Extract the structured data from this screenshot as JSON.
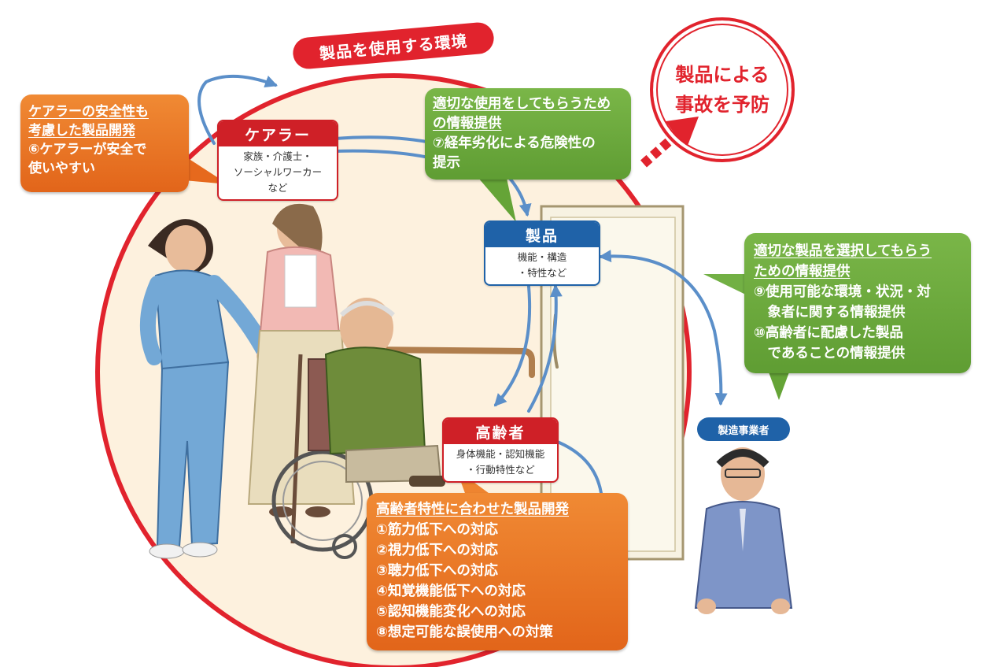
{
  "environment_label": "製品を使用する環境",
  "goal_text": "製品による\n事故を予防",
  "nodes": {
    "carer": {
      "title": "ケアラー",
      "body": "家族・介護士・\nソーシャルワーカー\nなど"
    },
    "product": {
      "title": "製品",
      "body": "機能・構造\n・特性など"
    },
    "elderly": {
      "title": "高齢者",
      "body": "身体機能・認知機能\n・行動特性など"
    }
  },
  "manufacturer_label": "製造事業者",
  "callouts": {
    "carer": {
      "lines": [
        "ケアラーの安全性も",
        "考慮した製品開発",
        "⑥ケアラーが安全で",
        "使いやすい"
      ]
    },
    "info_use": {
      "lines": [
        "適切な使用をしてもらうため",
        "の情報提供",
        "⑦経年劣化による危険性の",
        "提示"
      ]
    },
    "info_select": {
      "lines": [
        "適切な製品を選択してもらう",
        "ための情報提供",
        "⑨使用可能な環境・状況・対",
        "　象者に関する情報提供",
        "⑩高齢者に配慮した製品",
        "　であることの情報提供"
      ]
    },
    "elderly": {
      "lines": [
        "高齢者特性に合わせた製品開発",
        "①筋力低下への対応",
        "②視力低下への対応",
        "③聴力低下への対応",
        "④知覚機能低下への対応",
        "⑤認知機能変化への対応",
        "⑧想定可能な誤使用への対策"
      ]
    }
  },
  "colors": {
    "red": "#e1232d",
    "blue": "#1f62a8",
    "arrow_blue": "#5b8fc9",
    "orange": "#e8711f",
    "green": "#6aaa3c",
    "environment_fill": "#fdf1de"
  }
}
